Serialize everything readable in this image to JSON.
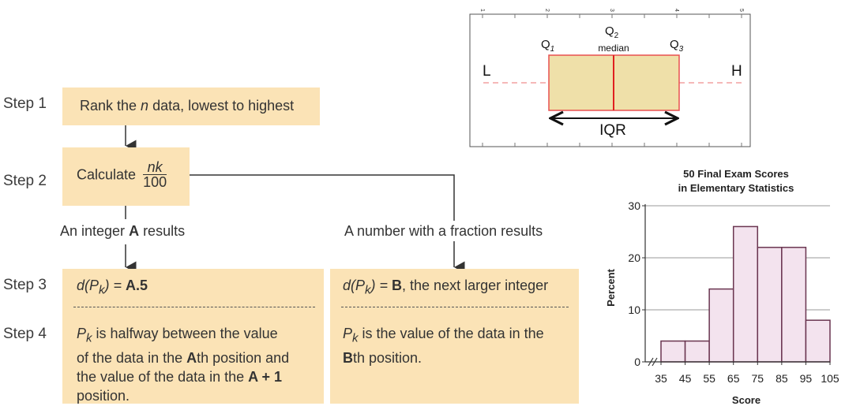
{
  "flowchart": {
    "step1": {
      "label": "Step 1",
      "text_a": "Rank the ",
      "text_n": "n",
      "text_b": " data, lowest to highest"
    },
    "step2": {
      "label": "Step 2",
      "text": "Calculate",
      "num": "nk",
      "den": "100"
    },
    "branch_left": {
      "text_a": "An integer ",
      "text_b": "A",
      "text_c": " results"
    },
    "branch_right": {
      "text": "A number with a fraction results"
    },
    "step3": {
      "label": "Step 3",
      "left": {
        "d": "d(P",
        "k": "k",
        "close": ") = ",
        "value": "A.5"
      },
      "right": {
        "d": "d(P",
        "k": "k",
        "close": ") = ",
        "value": "B",
        "tail": ", the next larger integer"
      }
    },
    "step4": {
      "label": "Step 4",
      "left": {
        "p": "P",
        "k": "k",
        "line1": " is halfway between the value",
        "line2_a": "of the data in the ",
        "line2_b": "A",
        "line2_c": "th position and",
        "line3_a": "the value of the data in the ",
        "line3_b": "A + 1",
        "line4": "position."
      },
      "right": {
        "p": "P",
        "k": "k",
        "line1": " is the value of the data in the",
        "line2_a": "B",
        "line2_b": "th position."
      }
    }
  },
  "boxplot": {
    "ticks": [
      "1",
      "2",
      "3",
      "4",
      "5"
    ],
    "q1": "Q",
    "q1_sub": "1",
    "q2": "Q",
    "q2_sub": "2",
    "median": "median",
    "q3": "Q",
    "q3_sub": "3",
    "low": "L",
    "high": "H",
    "iqr": "IQR",
    "colors": {
      "box_fill": "#efe0a9",
      "box_stroke": "#e85050",
      "whisker": "#f2a0a0"
    }
  },
  "chart_data": {
    "type": "bar",
    "title": "50 Final Exam Scores",
    "subtitle": "in Elementary Statistics",
    "xlabel": "Score",
    "ylabel": "Percent",
    "x_ticks": [
      "35",
      "45",
      "55",
      "65",
      "75",
      "85",
      "95",
      "105"
    ],
    "y_ticks": [
      "0",
      "10",
      "20",
      "30"
    ],
    "bins": [
      [
        35,
        45
      ],
      [
        45,
        55
      ],
      [
        55,
        65
      ],
      [
        65,
        75
      ],
      [
        75,
        85
      ],
      [
        85,
        95
      ],
      [
        95,
        105
      ]
    ],
    "values": [
      4,
      4,
      14,
      26,
      22,
      22,
      8
    ],
    "ylim": [
      0,
      30
    ],
    "xlim": [
      35,
      105
    ],
    "grid": true,
    "colors": {
      "bar_fill": "#f3e3ee",
      "bar_stroke": "#6a3550"
    }
  }
}
